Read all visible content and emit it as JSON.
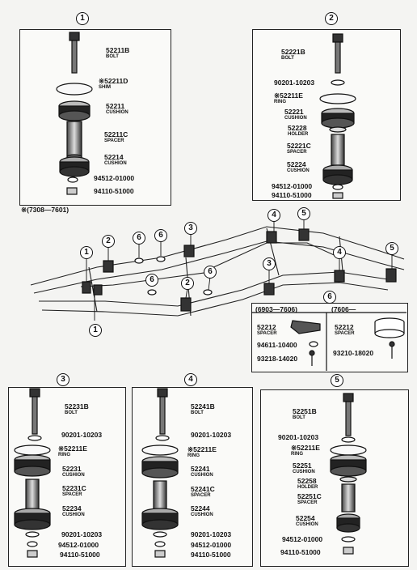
{
  "note": "※(7308—7601)",
  "panels": {
    "p1": {
      "num": "1",
      "parts": [
        {
          "code": "52211B",
          "name": "BOLT"
        },
        {
          "code": "※52211D",
          "name": "SHIM"
        },
        {
          "code": "52211",
          "name": "CUSHION"
        },
        {
          "code": "52211C",
          "name": "SPACER"
        },
        {
          "code": "52214",
          "name": "CUSHION"
        },
        {
          "code": "94512-01000",
          "name": ""
        },
        {
          "code": "94110-51000",
          "name": ""
        }
      ]
    },
    "p2": {
      "num": "2",
      "parts": [
        {
          "code": "52221B",
          "name": "BOLT"
        },
        {
          "code": "90201-10203",
          "name": ""
        },
        {
          "code": "※52211E",
          "name": "RING"
        },
        {
          "code": "52221",
          "name": "CUSHION"
        },
        {
          "code": "52228",
          "name": "HOLDER"
        },
        {
          "code": "52221C",
          "name": "SPACER"
        },
        {
          "code": "52224",
          "name": "CUSHION"
        },
        {
          "code": "94512-01000",
          "name": ""
        },
        {
          "code": "94110-51000",
          "name": ""
        }
      ]
    },
    "p3": {
      "num": "3",
      "parts": [
        {
          "code": "52231B",
          "name": "BOLT"
        },
        {
          "code": "90201-10203",
          "name": ""
        },
        {
          "code": "※52211E",
          "name": "RING"
        },
        {
          "code": "52231",
          "name": "CUSHION"
        },
        {
          "code": "52231C",
          "name": "SPACER"
        },
        {
          "code": "52234",
          "name": "CUSHION"
        },
        {
          "code": "90201-10203",
          "name": ""
        },
        {
          "code": "94512-01000",
          "name": ""
        },
        {
          "code": "94110-51000",
          "name": ""
        }
      ]
    },
    "p4": {
      "num": "4",
      "parts": [
        {
          "code": "52241B",
          "name": "BOLT"
        },
        {
          "code": "90201-10203",
          "name": ""
        },
        {
          "code": "※52211E",
          "name": "RING"
        },
        {
          "code": "52241",
          "name": "CUSHION"
        },
        {
          "code": "52241C",
          "name": "SPACER"
        },
        {
          "code": "52244",
          "name": "CUSHION"
        },
        {
          "code": "90201-10203",
          "name": ""
        },
        {
          "code": "94512-01000",
          "name": ""
        },
        {
          "code": "94110-51000",
          "name": ""
        }
      ]
    },
    "p5": {
      "num": "5",
      "parts": [
        {
          "code": "52251B",
          "name": "BOLT"
        },
        {
          "code": "90201-10203",
          "name": ""
        },
        {
          "code": "※52211E",
          "name": "RING"
        },
        {
          "code": "52251",
          "name": "CUSHION"
        },
        {
          "code": "52258",
          "name": "HOLDER"
        },
        {
          "code": "52251C",
          "name": "SPACER"
        },
        {
          "code": "52254",
          "name": "CUSHION"
        },
        {
          "code": "94512-01000",
          "name": ""
        },
        {
          "code": "94110-51000",
          "name": ""
        }
      ]
    },
    "p6": {
      "num": "6",
      "left_header": "(6903—7606)",
      "right_header": "(7606—",
      "left_parts": [
        {
          "code": "52212",
          "name": "SPACER"
        },
        {
          "code": "94611-10400",
          "name": ""
        },
        {
          "code": "93218-14020",
          "name": ""
        }
      ],
      "right_parts": [
        {
          "code": "52212",
          "name": "SPACER"
        },
        {
          "code": "93210-18020",
          "name": ""
        }
      ]
    }
  },
  "frame_callouts": [
    "1",
    "2",
    "6",
    "6",
    "3",
    "4",
    "5",
    "3",
    "4",
    "5",
    "6",
    "2",
    "1",
    "6"
  ]
}
